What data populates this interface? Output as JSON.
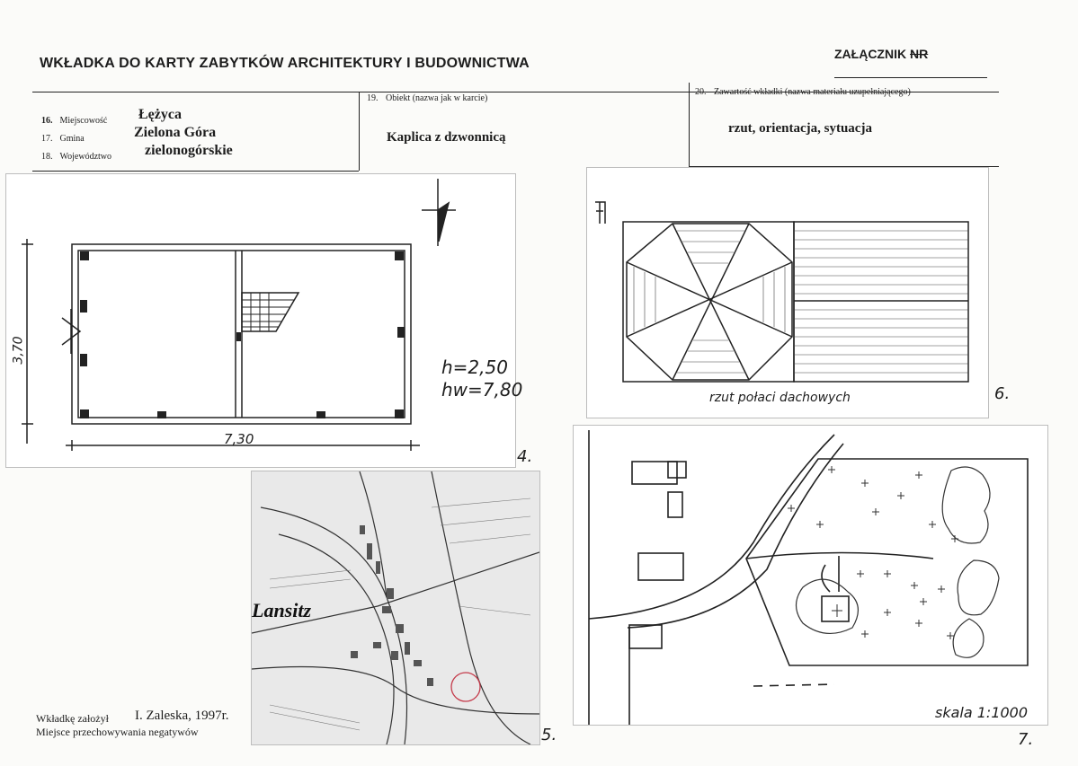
{
  "header": {
    "title": "WKŁADKA DO KARTY ZABYTKÓW ARCHITEKTURY I BUDOWNICTWA",
    "attachment_label": "ZAŁĄCZNIK",
    "attachment_nr": "NR"
  },
  "fields": {
    "locality": {
      "number": "16.",
      "label": "Miejscowość",
      "value": "Łężyca"
    },
    "commune": {
      "number": "17.",
      "label": "Gmina",
      "value": "Zielona Góra"
    },
    "voivodeship": {
      "number": "18.",
      "label": "Województwo",
      "value": "zielonogórskie"
    },
    "object": {
      "number": "19.",
      "label": "Obiekt (nazwa jak w karcie)",
      "value": "Kaplica z dzwonnicą"
    },
    "contents": {
      "number": "20.",
      "label": "Zawartość wkładki (nazwa materiału uzupełniającego)",
      "value": "rzut, orientacja, sytuacja"
    }
  },
  "plan": {
    "height_annotation": "h=2,50",
    "hw_annotation": "hw=7,80",
    "width_dimension": "7,30",
    "depth_dimension": "3,70",
    "figure_number": "4."
  },
  "map": {
    "place_name": "Lansitz",
    "figure_number": "5."
  },
  "roof": {
    "caption": "rzut połaci dachowych",
    "figure_number": "6."
  },
  "site": {
    "scale": "skala 1:1000",
    "figure_number": "7."
  },
  "footer": {
    "author_label": "Wkładkę założył",
    "author_value": "I. Zaleska, 1997r.",
    "negatives_label": "Miejsce przechowywania negatywów"
  }
}
